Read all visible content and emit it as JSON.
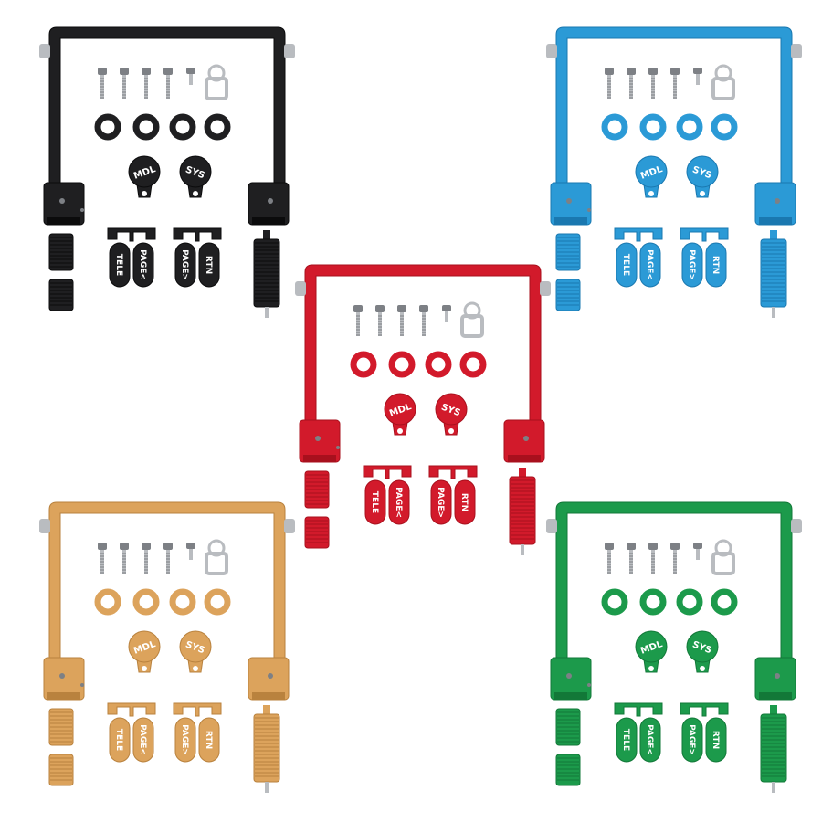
{
  "labels": {
    "mdl": "MDL",
    "sys": "SYS",
    "tele": "TELE",
    "page_left": "PAGE<",
    "page_right": "PAGE>",
    "rtn": "RTN"
  },
  "kits": [
    {
      "name": "black",
      "color": "#1f1f21",
      "dark": "#0b0b0c"
    },
    {
      "name": "blue",
      "color": "#2b9ad6",
      "dark": "#1a78b0"
    },
    {
      "name": "red",
      "color": "#d21a2b",
      "dark": "#a8101d"
    },
    {
      "name": "gold",
      "color": "#dca35c",
      "dark": "#b9823e"
    },
    {
      "name": "green",
      "color": "#1c9a4b",
      "dark": "#127838"
    }
  ]
}
